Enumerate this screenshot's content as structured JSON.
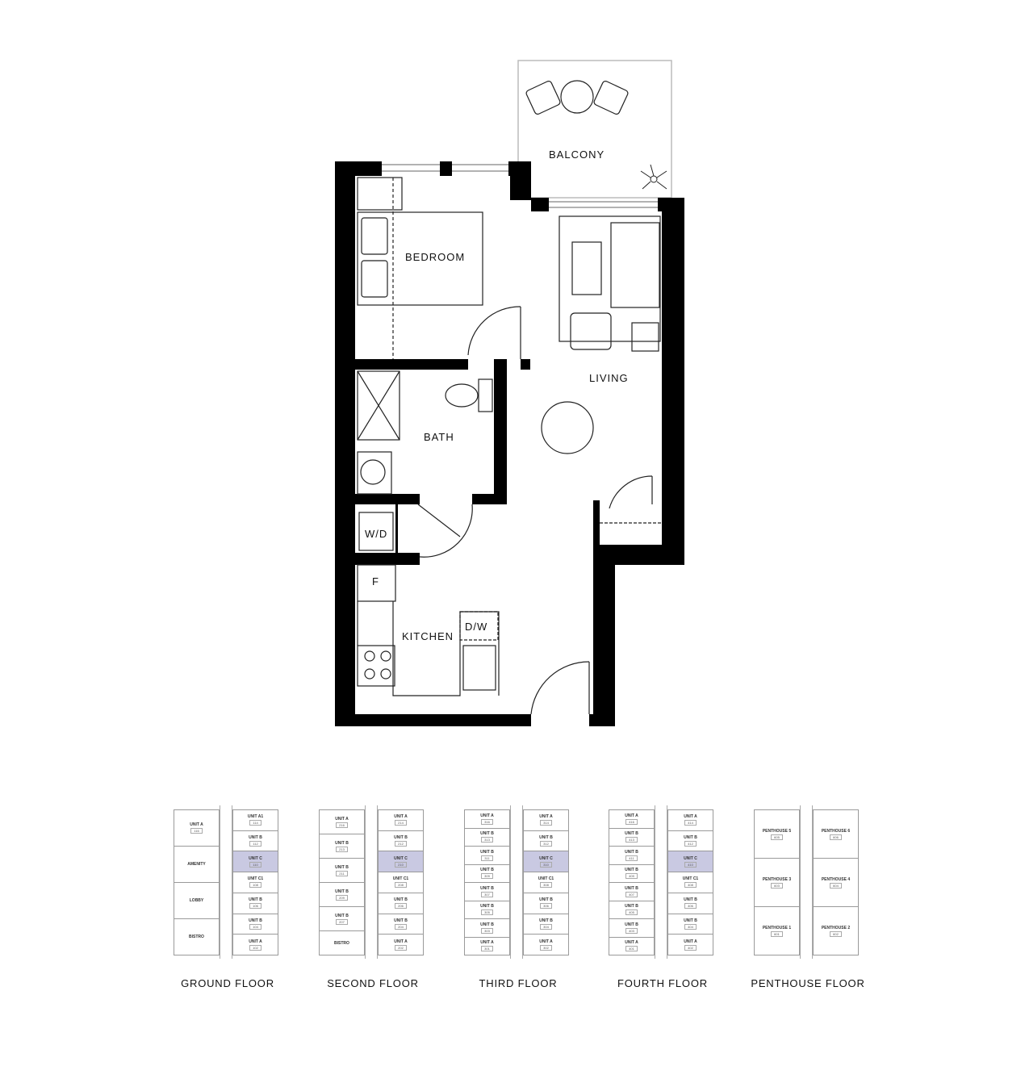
{
  "rooms": {
    "balcony": "BALCONY",
    "bedroom": "BEDROOM",
    "living": "LIVING",
    "bath": "BATH",
    "wd": "W/D",
    "fridge": "F",
    "kitchen": "KITCHEN",
    "dishwasher": "D/W"
  },
  "highlight_color": "#c9c9e2",
  "floors": [
    {
      "label": "GROUND FLOOR",
      "left": [
        {
          "name": "UNIT A",
          "num": "116"
        },
        {
          "name": "AMENITY"
        },
        {
          "name": "LOBBY"
        },
        {
          "name": "BISTRO"
        }
      ],
      "right": [
        {
          "name": "UNIT A1",
          "num": "114"
        },
        {
          "name": "UNIT B",
          "num": "112"
        },
        {
          "name": "UNIT C",
          "num": "110",
          "highlight": true
        },
        {
          "name": "UNIT C1",
          "num": "108"
        },
        {
          "name": "UNIT B",
          "num": "106"
        },
        {
          "name": "UNIT B",
          "num": "104"
        },
        {
          "name": "UNIT A",
          "num": "102"
        }
      ]
    },
    {
      "label": "SECOND FLOOR",
      "left": [
        {
          "name": "UNIT A",
          "num": "216"
        },
        {
          "name": "UNIT B",
          "num": "213"
        },
        {
          "name": "UNIT B",
          "num": "211"
        },
        {
          "name": "UNIT B",
          "num": "209"
        },
        {
          "name": "UNIT B",
          "num": "207"
        },
        {
          "name": "BISTRO"
        }
      ],
      "right": [
        {
          "name": "UNIT A",
          "num": "214"
        },
        {
          "name": "UNIT B",
          "num": "212"
        },
        {
          "name": "UNIT C",
          "num": "210",
          "highlight": true
        },
        {
          "name": "UNIT C1",
          "num": "208"
        },
        {
          "name": "UNIT B",
          "num": "206"
        },
        {
          "name": "UNIT B",
          "num": "204"
        },
        {
          "name": "UNIT A",
          "num": "202"
        }
      ]
    },
    {
      "label": "THIRD FLOOR",
      "left": [
        {
          "name": "UNIT A",
          "num": "316"
        },
        {
          "name": "UNIT B",
          "num": "313"
        },
        {
          "name": "UNIT B",
          "num": "311"
        },
        {
          "name": "UNIT B",
          "num": "309"
        },
        {
          "name": "UNIT B",
          "num": "307"
        },
        {
          "name": "UNIT B",
          "num": "305"
        },
        {
          "name": "UNIT B",
          "num": "303"
        },
        {
          "name": "UNIT A",
          "num": "301"
        }
      ],
      "right": [
        {
          "name": "UNIT A",
          "num": "314"
        },
        {
          "name": "UNIT B",
          "num": "312"
        },
        {
          "name": "UNIT C",
          "num": "310",
          "highlight": true
        },
        {
          "name": "UNIT C1",
          "num": "308"
        },
        {
          "name": "UNIT B",
          "num": "306"
        },
        {
          "name": "UNIT B",
          "num": "304"
        },
        {
          "name": "UNIT A",
          "num": "302"
        }
      ]
    },
    {
      "label": "FOURTH FLOOR",
      "left": [
        {
          "name": "UNIT A",
          "num": "416"
        },
        {
          "name": "UNIT B",
          "num": "413"
        },
        {
          "name": "UNIT B",
          "num": "411"
        },
        {
          "name": "UNIT B",
          "num": "409"
        },
        {
          "name": "UNIT B",
          "num": "407"
        },
        {
          "name": "UNIT B",
          "num": "405"
        },
        {
          "name": "UNIT B",
          "num": "403"
        },
        {
          "name": "UNIT A",
          "num": "401"
        }
      ],
      "right": [
        {
          "name": "UNIT A",
          "num": "414"
        },
        {
          "name": "UNIT B",
          "num": "412"
        },
        {
          "name": "UNIT C",
          "num": "410",
          "highlight": true
        },
        {
          "name": "UNIT C1",
          "num": "408"
        },
        {
          "name": "UNIT B",
          "num": "406"
        },
        {
          "name": "UNIT B",
          "num": "404"
        },
        {
          "name": "UNIT A",
          "num": "402"
        }
      ]
    },
    {
      "label": "PENTHOUSE FLOOR",
      "left": [
        {
          "name": "PENTHOUSE 5",
          "num": "605"
        },
        {
          "name": "PENTHOUSE 3",
          "num": "603"
        },
        {
          "name": "PENTHOUSE 1",
          "num": "601"
        }
      ],
      "right": [
        {
          "name": "PENTHOUSE 6",
          "num": "606"
        },
        {
          "name": "PENTHOUSE 4",
          "num": "604"
        },
        {
          "name": "PENTHOUSE 2",
          "num": "602"
        }
      ]
    }
  ]
}
